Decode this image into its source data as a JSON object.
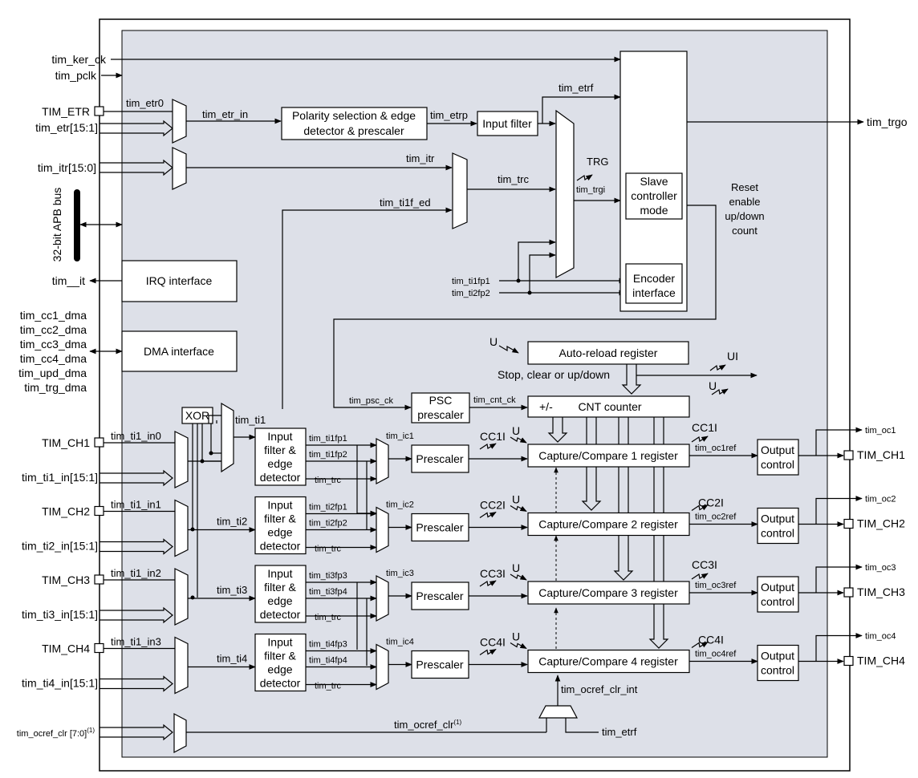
{
  "top_inputs": {
    "tim_ker_ck": "tim_ker_ck",
    "tim_pclk": "tim_pclk",
    "TIM_ETR": "TIM_ETR",
    "tim_etr": "tim_etr[15:1]",
    "tim_itr": "tim_itr[15:0]"
  },
  "apb_bus": "32-bit APB bus",
  "irq": {
    "signal": "tim__it",
    "block": "IRQ interface"
  },
  "dma": {
    "signals": [
      "tim_cc1_dma",
      "tim_cc2_dma",
      "tim_cc3_dma",
      "tim_cc4_dma",
      "tim_upd_dma",
      "tim_trg_dma"
    ],
    "block": "DMA interface"
  },
  "trigger_path": {
    "tim_etr0": "tim_etr0",
    "tim_etr_in": "tim_etr_in",
    "polarity_block": [
      "Polarity selection & edge",
      "detector & prescaler"
    ],
    "tim_etrp": "tim_etrp",
    "input_filter": "Input filter",
    "tim_etrf": "tim_etrf",
    "tim_itr_sig": "tim_itr",
    "tim_trc": "tim_trc",
    "tim_ti1f_ed": "tim_ti1f_ed",
    "trg": "TRG",
    "tim_trgi": "tim_trgi",
    "tim_ti1fp1": "tim_ti1fp1",
    "tim_ti2fp2": "tim_ti2fp2"
  },
  "slave": {
    "slave_block": [
      "Slave",
      "controller",
      "mode"
    ],
    "encoder_block": [
      "Encoder",
      "interface"
    ],
    "reset_label": [
      "Reset",
      "enable",
      "up/down",
      "count"
    ],
    "tim_trgo": "tim_trgo"
  },
  "counter": {
    "u_label": "U",
    "auto_reload": "Auto-reload register",
    "stop_label": "Stop, clear or up/down",
    "ui": "UI",
    "u2": "U",
    "tim_psc_ck": "tim_psc_ck",
    "psc_block": [
      "PSC",
      "prescaler"
    ],
    "tim_cnt_ck": "tim_cnt_ck",
    "cnt_sign": "+/-",
    "cnt_block": "CNT counter"
  },
  "xor": "XOR",
  "tim_ti1": "tim_ti1",
  "channels": [
    {
      "pin": "TIM_CH1",
      "ti_in0": "tim_ti1_in0",
      "ti_in_bus": "tim_ti1_in[15:1]",
      "ti": "",
      "filter": [
        "Input",
        "filter &",
        "edge",
        "detector"
      ],
      "fp_a": "tim_ti1fp1",
      "fp_b": "tim_ti1fp2",
      "trc": "tim_trc",
      "ic": "tim_ic1",
      "prescaler": "Prescaler",
      "ccflag": "CC1I",
      "u": "U",
      "ccreg": "Capture/Compare 1 register",
      "ccout_flag": "CC1I",
      "ocref": "tim_oc1ref",
      "output": [
        "Output",
        "control"
      ],
      "oc": "tim_oc1",
      "outpin": "TIM_CH1"
    },
    {
      "pin": "TIM_CH2",
      "ti_in0": "tim_ti1_in1",
      "ti_in_bus": "tim_ti2_in[15:1]",
      "ti": "tim_ti2",
      "filter": [
        "Input",
        "filter &",
        "edge",
        "detector"
      ],
      "fp_a": "tim_ti2fp1",
      "fp_b": "tim_ti2fp2",
      "trc": "tim_trc",
      "ic": "tim_ic2",
      "prescaler": "Prescaler",
      "ccflag": "CC2I",
      "u": "U",
      "ccreg": "Capture/Compare 2 register",
      "ccout_flag": "CC2I",
      "ocref": "tim_oc2ref",
      "output": [
        "Output",
        "control"
      ],
      "oc": "tim_oc2",
      "outpin": "TIM_CH2"
    },
    {
      "pin": "TIM_CH3",
      "ti_in0": "tim_ti1_in2",
      "ti_in_bus": "tim_ti3_in[15:1]",
      "ti": "tim_ti3",
      "filter": [
        "Input",
        "filter &",
        "edge",
        "detector"
      ],
      "fp_a": "tim_ti3fp3",
      "fp_b": "tim_ti3fp4",
      "trc": "tim_trc",
      "ic": "tim_ic3",
      "prescaler": "Prescaler",
      "ccflag": "CC3I",
      "u": "U",
      "ccreg": "Capture/Compare 3 register",
      "ccout_flag": "CC3I",
      "ocref": "tim_oc3ref",
      "output": [
        "Output",
        "control"
      ],
      "oc": "tim_oc3",
      "outpin": "TIM_CH3"
    },
    {
      "pin": "TIM_CH4",
      "ti_in0": "tim_ti1_in3",
      "ti_in_bus": "tim_ti4_in[15:1]",
      "ti": "tim_ti4",
      "filter": [
        "Input",
        "filter &",
        "edge",
        "detector"
      ],
      "fp_a": "tim_ti4fp3",
      "fp_b": "tim_ti4fp4",
      "trc": "tim_trc",
      "ic": "tim_ic4",
      "prescaler": "Prescaler",
      "ccflag": "CC4I",
      "u": "U",
      "ccreg": "Capture/Compare 4 register",
      "ccout_flag": "CC4I",
      "ocref": "tim_oc4ref",
      "output": [
        "Output",
        "control"
      ],
      "oc": "tim_oc4",
      "outpin": "TIM_CH4"
    }
  ],
  "ocref_clr": {
    "input": "tim_ocref_clr [7:0]",
    "input_sup": "(1)",
    "signal": "tim_ocref_clr",
    "signal_sup": "(1)",
    "int": "tim_ocref_clr_int",
    "etrf": "tim_etrf"
  },
  "colors": {
    "core_fill": "#dde0e8",
    "line": "#000000",
    "box": "#ffffff"
  }
}
